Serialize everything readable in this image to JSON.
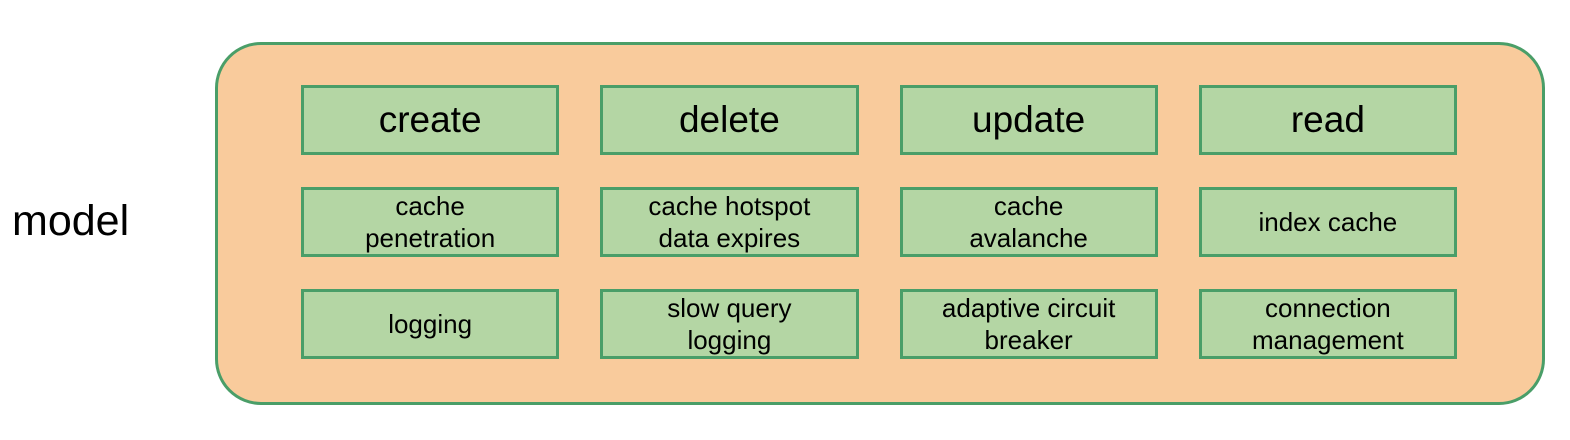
{
  "diagram": {
    "label": "model",
    "grid": {
      "rows": [
        {
          "role": "operation-headers",
          "cells": [
            "create",
            "delete",
            "update",
            "read"
          ]
        },
        {
          "role": "cache-concerns",
          "cells": [
            "cache\npenetration",
            "cache hotspot\ndata expires",
            "cache\navalanche",
            "index cache"
          ]
        },
        {
          "role": "infrastructure-concerns",
          "cells": [
            "logging",
            "slow query\nlogging",
            "adaptive circuit\nbreaker",
            "connection\nmanagement"
          ]
        }
      ]
    }
  },
  "colors": {
    "container_fill": "#f9cb9c",
    "box_fill": "#b4d6a4",
    "border": "#4a9e68",
    "text": "#000000",
    "page_background": "#ffffff"
  }
}
